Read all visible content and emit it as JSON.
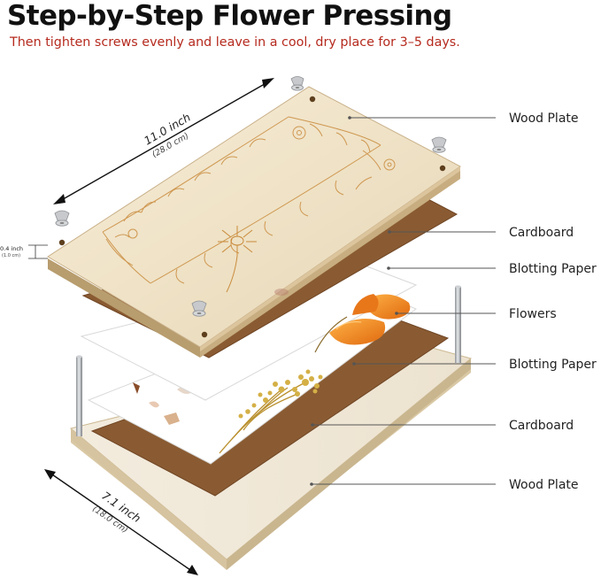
{
  "header": {
    "title": "Step-by-Step Flower Pressing",
    "subtitle": "Then tighten screws evenly and leave in a cool, dry place for 3–5 days."
  },
  "dimensions": {
    "length": "11.0 inch",
    "length_metric": "(28.0 cm)",
    "width": "7.1 inch",
    "width_metric": "(18.0 cm)",
    "thickness": "0.4 inch",
    "thickness_metric": "(1.0 cm)"
  },
  "layers": [
    {
      "label": "Wood Plate"
    },
    {
      "label": "Cardboard"
    },
    {
      "label": "Blotting Paper"
    },
    {
      "label": "Flowers"
    },
    {
      "label": "Blotting Paper"
    },
    {
      "label": "Cardboard"
    },
    {
      "label": "Wood Plate"
    }
  ],
  "colors": {
    "title": "#111111",
    "subtitle": "#b52a1e",
    "wood": "#f1e6cf",
    "cardboard": "#8a5b32",
    "paper": "#ffffff",
    "flower": "#f08a1c",
    "dried_flower": "#c9a53c"
  }
}
